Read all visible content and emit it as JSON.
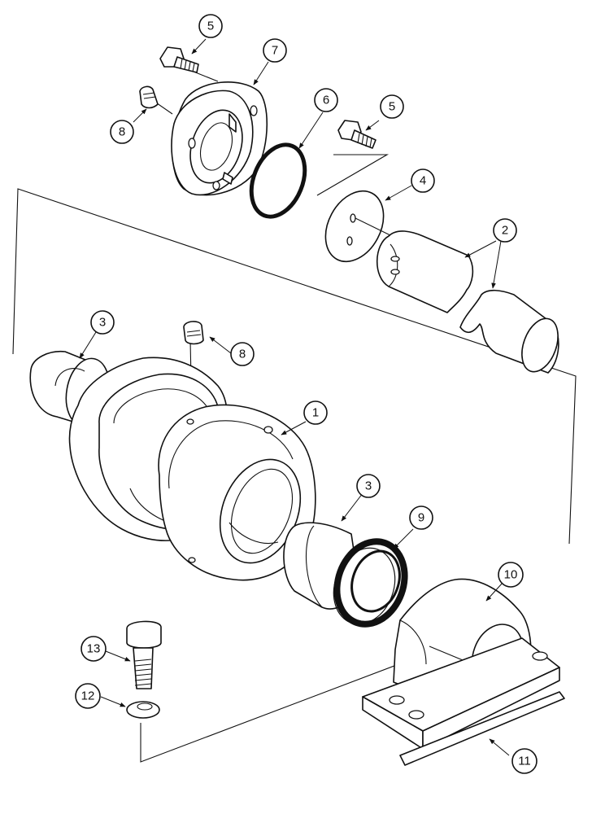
{
  "callouts": [
    {
      "id": "c5a",
      "label": "5"
    },
    {
      "id": "c7",
      "label": "7"
    },
    {
      "id": "c6",
      "label": "6"
    },
    {
      "id": "c5b",
      "label": "5"
    },
    {
      "id": "c8a",
      "label": "8"
    },
    {
      "id": "c4",
      "label": "4"
    },
    {
      "id": "c2",
      "label": "2"
    },
    {
      "id": "c3a",
      "label": "3"
    },
    {
      "id": "c8b",
      "label": "8"
    },
    {
      "id": "c1",
      "label": "1"
    },
    {
      "id": "c3b",
      "label": "3"
    },
    {
      "id": "c9",
      "label": "9"
    },
    {
      "id": "c10",
      "label": "10"
    },
    {
      "id": "c13",
      "label": "13"
    },
    {
      "id": "c12",
      "label": "12"
    },
    {
      "id": "c11",
      "label": "11"
    }
  ]
}
